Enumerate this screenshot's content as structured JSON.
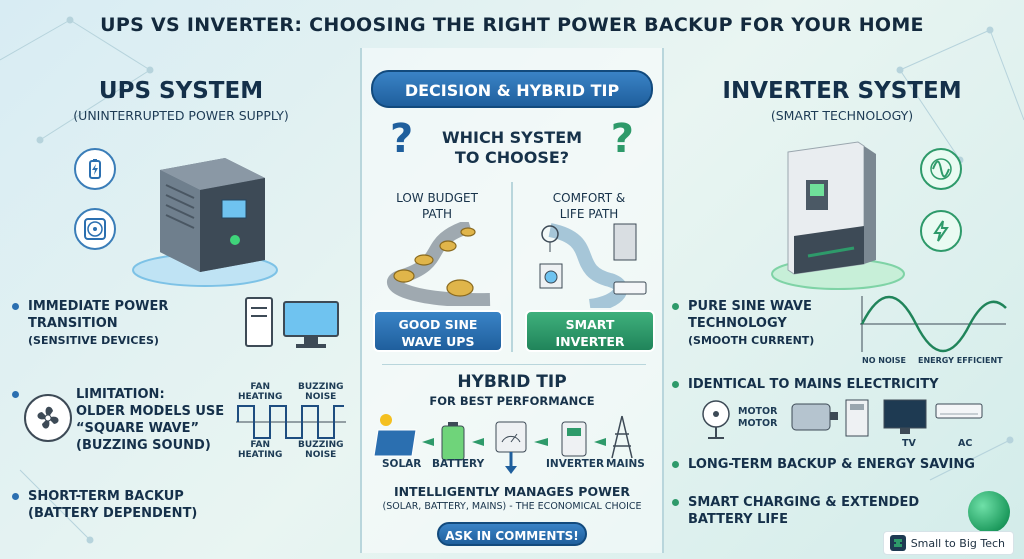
{
  "title": "UPS VS INVERTER: CHOOSING THE RIGHT POWER BACKUP FOR YOUR HOME",
  "left": {
    "heading": "UPS SYSTEM",
    "subheading": "(UNINTERRUPTED POWER SUPPLY)",
    "bullet1": {
      "line1": "IMMEDIATE POWER",
      "line2": "TRANSITION",
      "line3": "(SENSITIVE DEVICES)"
    },
    "bullet2": {
      "line1": "LIMITATION:",
      "line2": "OLDER MODELS USE",
      "line3": "“SQUARE WAVE”",
      "line4": "(BUZZING SOUND)"
    },
    "wave_labels": {
      "fan_heating_top": "FAN\nHEATING",
      "buzzing_top": "BUZZING\nNOISE",
      "fan_heating_bottom": "FAN\nHEATING",
      "buzzing_bottom": "BUZZING\nNOISE"
    },
    "bullet3": {
      "line1": "SHORT-TERM BACKUP",
      "line2": "(BATTERY DEPENDENT)"
    }
  },
  "center": {
    "pill": "DECISION & HYBRID TIP",
    "question_line1": "WHICH SYSTEM",
    "question_line2": "TO CHOOSE?",
    "path_left": {
      "line1": "LOW BUDGET",
      "line2": "PATH"
    },
    "path_right": {
      "line1": "COMFORT &",
      "line2": "LIFE PATH"
    },
    "option_left": {
      "line1": "GOOD SINE",
      "line2": "WAVE UPS"
    },
    "option_right": {
      "line1": "SMART",
      "line2": "INVERTER"
    },
    "hybrid_title": "HYBRID TIP",
    "hybrid_sub": "FOR BEST PERFORMANCE",
    "flow": {
      "solar": "SOLAR",
      "battery": "BATTERY",
      "inverter": "INVERTER",
      "mains": "MAINS"
    },
    "manage_line1": "INTELLIGENTLY MANAGES POWER",
    "manage_line2": "(SOLAR, BATTERY, MAINS) - THE ECONOMICAL CHOICE",
    "cta": "ASK IN COMMENTS!"
  },
  "right": {
    "heading": "INVERTER SYSTEM",
    "subheading": "(SMART TECHNOLOGY)",
    "bullet1": {
      "line1": "PURE SINE WAVE",
      "line2": "TECHNOLOGY",
      "line3": "(SMOOTH CURRENT)"
    },
    "sine_labels": {
      "no_noise": "NO NOISE",
      "energy": "ENERGY EFFICIENT"
    },
    "bullet2": {
      "line1": "IDENTICAL TO MAINS ELECTRICITY"
    },
    "appliances": {
      "motor1": "MOTOR",
      "motor2": "MOTOR",
      "tv": "TV",
      "ac": "AC"
    },
    "bullet3": {
      "line1": "LONG-TERM BACKUP & ENERGY SAVING"
    },
    "bullet4": {
      "line1": "SMART CHARGING & EXTENDED",
      "line2": "BATTERY LIFE"
    }
  },
  "brand": "Small to Big Tech",
  "colors": {
    "blue": "#2b6fb0",
    "green": "#2e9a6a",
    "navy": "#14304a"
  }
}
